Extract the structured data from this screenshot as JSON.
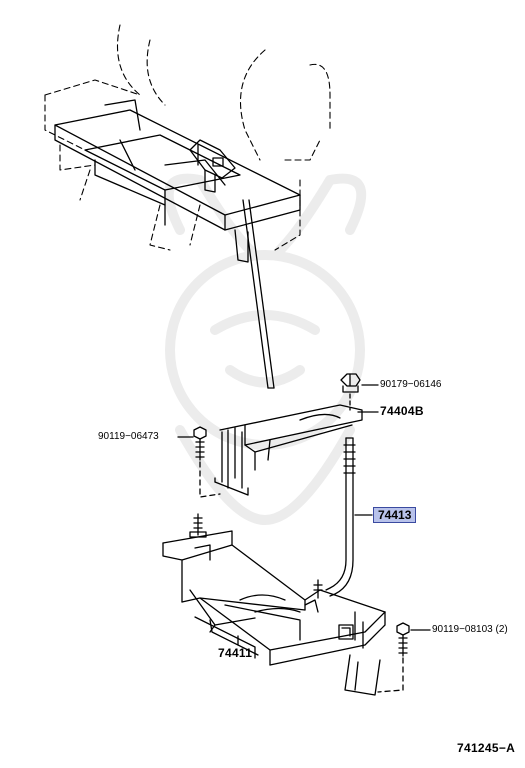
{
  "labels": {
    "nut_90179": "90179−06146",
    "bracket_74404B": "74404B",
    "bolt_90119_06473": "90119−06473",
    "rod_74413": "74413",
    "bolt_90119_08103": "90119−08103 (2)",
    "tray_74411": "74411",
    "diagram_ref": "741245−A"
  },
  "colors": {
    "line": "#000000",
    "highlight_fill": "#b8c2ea",
    "highlight_border": "#3a4aa0",
    "watermark": "#ececec"
  }
}
